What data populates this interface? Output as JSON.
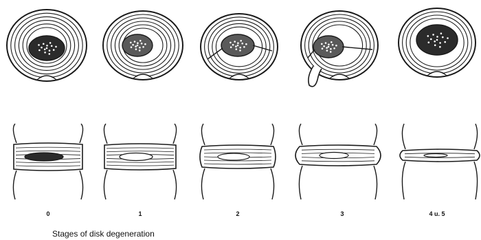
{
  "stages": [
    {
      "label": "0"
    },
    {
      "label": "1"
    },
    {
      "label": "2"
    },
    {
      "label": "3"
    },
    {
      "label": "4 u. 5"
    }
  ],
  "caption": "Stages of disk degeneration",
  "colors": {
    "ink": "#1a1a1a",
    "background": "#ffffff"
  }
}
